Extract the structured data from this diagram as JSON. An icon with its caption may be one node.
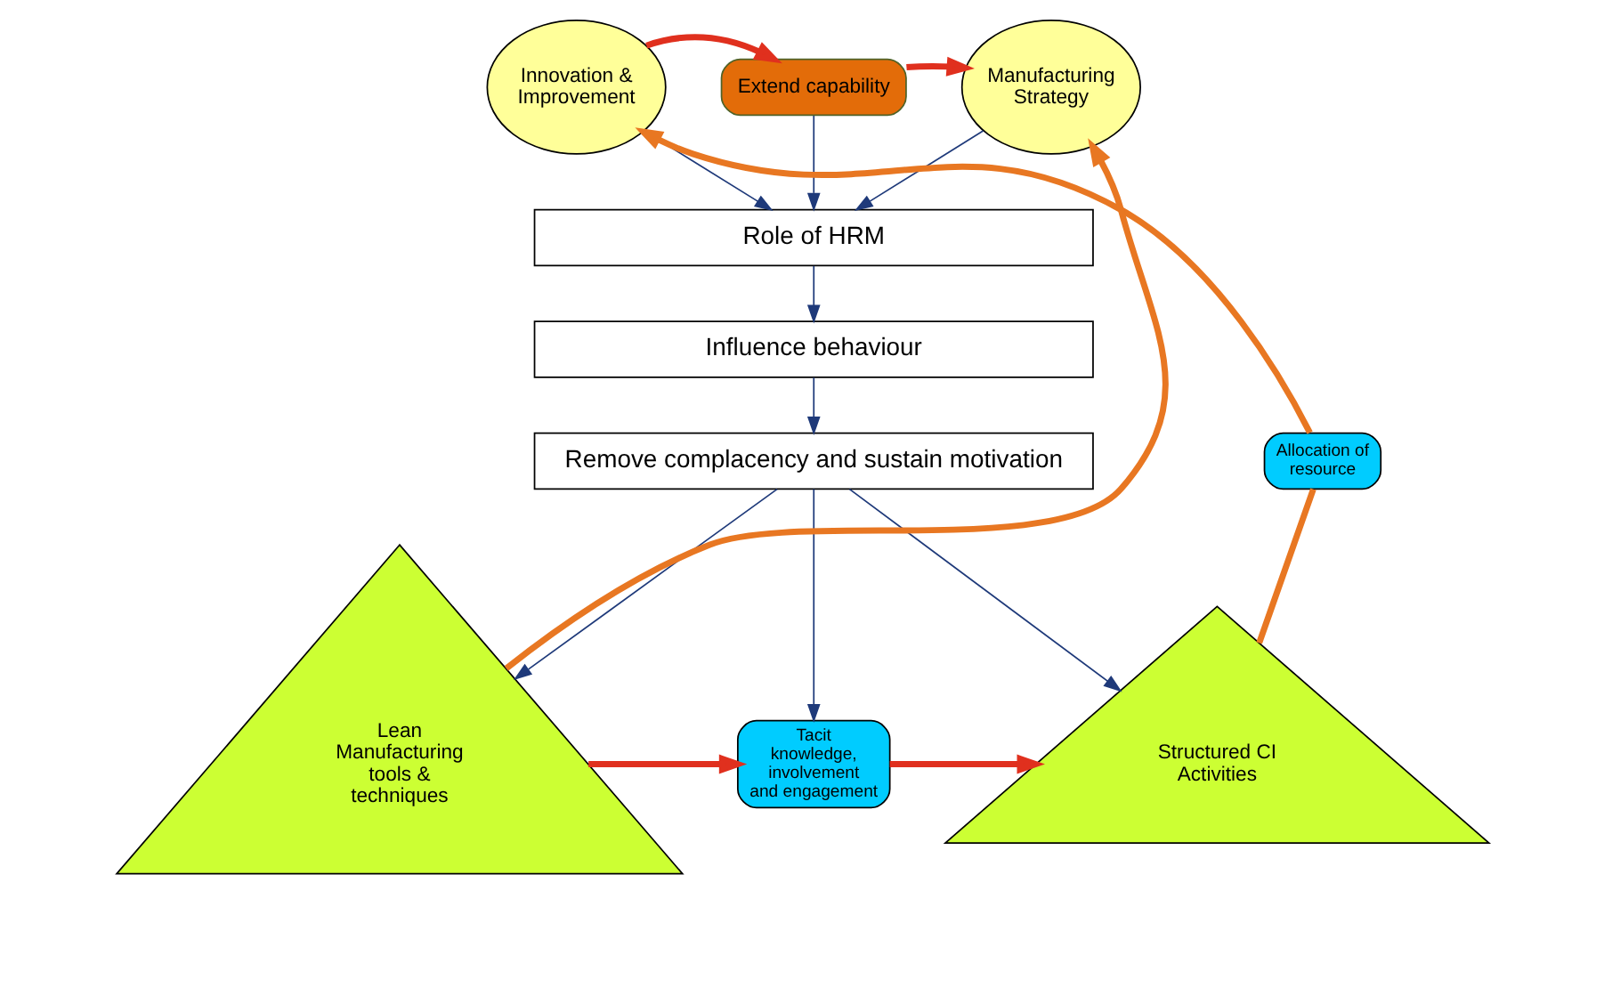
{
  "diagram": {
    "nodes": [
      {
        "text": [
          "Manufacturing Strategy"
        ]
      },
      {
        "text": [
          "Extend capability"
        ]
      },
      {
        "text": [
          "Innovation & Improvement"
        ]
      },
      {
        "text": [
          "Role of HRM"
        ]
      },
      {
        "text": [
          "Influence behaviour"
        ]
      },
      {
        "text": [
          "Remove complacency and sustain motivation"
        ]
      },
      {
        "text": [
          "Allocation of resource"
        ]
      },
      {
        "text": [
          "Lean Manufacturing tools & techniques"
        ]
      },
      {
        "text": [
          "Tacit knowledge, involvement and engagement"
        ]
      },
      {
        "text": [
          "Structured CI Activities"
        ]
      }
    ],
    "edges": [
      {
        "from": 1,
        "to": 0,
        "arrow": "to",
        "style": "thick",
        "color": "#e0301e"
      },
      {
        "from": 2,
        "to": 1,
        "arrow": "to",
        "style": "thick",
        "color": "#e0301e"
      },
      {
        "from": 0,
        "to": 3,
        "arrow": "to"
      },
      {
        "from": 1,
        "to": 3,
        "arrow": "to"
      },
      {
        "from": 2,
        "to": 3,
        "arrow": "to"
      },
      {
        "from": 3,
        "to": 4,
        "arrow": "to"
      },
      {
        "from": 4,
        "to": 5,
        "arrow": "to"
      },
      {
        "from": 5,
        "to": 7,
        "arrow": "to"
      },
      {
        "from": 5,
        "to": 8,
        "arrow": "to"
      },
      {
        "from": 5,
        "to": 9,
        "arrow": "to"
      },
      {
        "from": 7,
        "to": 0,
        "arrow": "to",
        "style": "thick",
        "color": "#e87722"
      },
      {
        "from": 9,
        "to": 6,
        "arrow": "none",
        "style": "thick",
        "color": "#e87722"
      },
      {
        "from": 6,
        "to": 2,
        "arrow": "to",
        "style": "thick",
        "color": "#e87722"
      },
      {
        "from": 7,
        "to": 8,
        "arrow": "to",
        "style": "thick",
        "color": "#e0301e"
      },
      {
        "from": 8,
        "to": 9,
        "arrow": "to",
        "style": "thick",
        "color": "#e0301e"
      }
    ]
  }
}
